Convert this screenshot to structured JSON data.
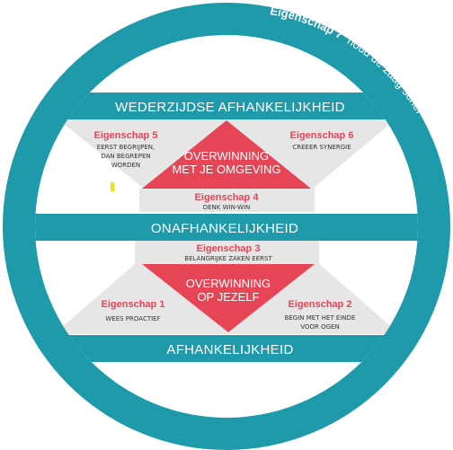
{
  "colors": {
    "teal": "#1e9aaa",
    "red": "#e64556",
    "grey": "#e6e6e6",
    "marker": "#f2e20c"
  },
  "ring": {
    "habit7_label": "Eigenschap 7",
    "habit7_text": "houd de zaag scherp"
  },
  "bands": {
    "top": "WEDERZIJDSE AFHANKELIJKHEID",
    "middle": "ONAFHANKELIJKHEID",
    "bottom": "AFHANKELIJKHEID"
  },
  "upper": {
    "victory": [
      "OVERWINNING",
      "MET JE OMGEVING"
    ],
    "habit5": {
      "title": "Eigenschap 5",
      "lines": [
        "EERST BEGRIJPEN,",
        "DAN BEGREPEN",
        "WORDEN"
      ]
    },
    "habit6": {
      "title": "Eigenschap 6",
      "lines": [
        "CREEER SYNERGIE"
      ]
    },
    "habit4": {
      "title": "Eigenschap 4",
      "lines": [
        "DENK WIN-WIN"
      ]
    }
  },
  "lower": {
    "victory": [
      "OVERWINNING",
      "OP JEZELF"
    ],
    "habit3": {
      "title": "Eigenschap 3",
      "lines": [
        "BELANGRIJKE ZAKEN EERST"
      ]
    },
    "habit1": {
      "title": "Eigenschap 1",
      "lines": [
        "WEES PROACTIEF"
      ]
    },
    "habit2": {
      "title": "Eigenschap 2",
      "lines": [
        "BEGIN MET HET EINDE",
        "VOOR OGEN"
      ]
    }
  }
}
